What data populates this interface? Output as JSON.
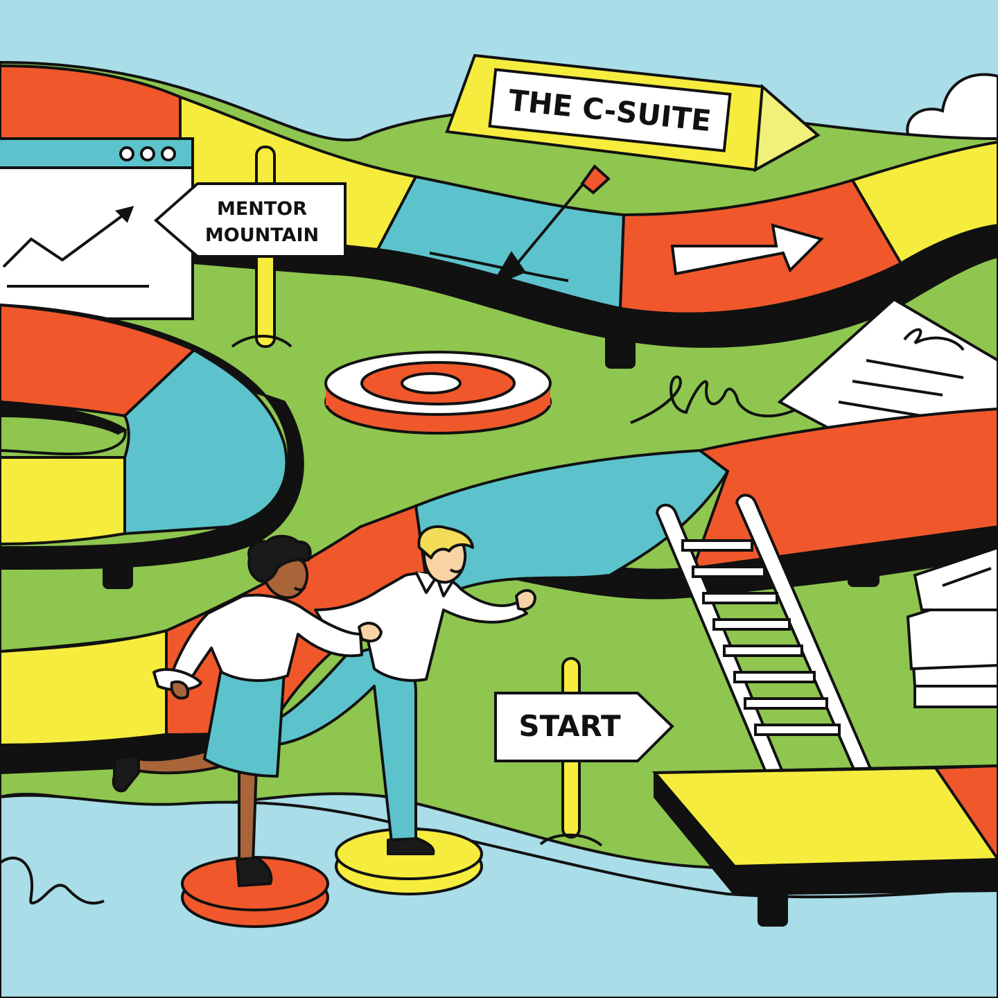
{
  "signs": {
    "c_suite": "THE C-SUITE",
    "mentor_line1": "MENTOR",
    "mentor_line2": "MOUNTAIN",
    "start": "START"
  },
  "colors": {
    "sky": "#a9dde8",
    "grass": "#8fc64f",
    "path_red": "#f0582c",
    "path_yellow": "#f6ec3e",
    "path_teal": "#5cc3cc",
    "outline": "#111111",
    "paper": "#ffffff",
    "skin_dark": "#a9643a",
    "skin_light": "#f7d3a6",
    "hair_blonde": "#f3dc57",
    "hair_dark": "#1a1a1a"
  },
  "icons": {
    "browser_chart": "browser-window-chart-icon",
    "target": "target-disc-icon",
    "ladder": "ladder-icon",
    "documents": "document-stack-icon",
    "cloud": "cloud-icon",
    "arrow": "right-arrow-icon",
    "signature": "signature-squiggle-icon"
  }
}
